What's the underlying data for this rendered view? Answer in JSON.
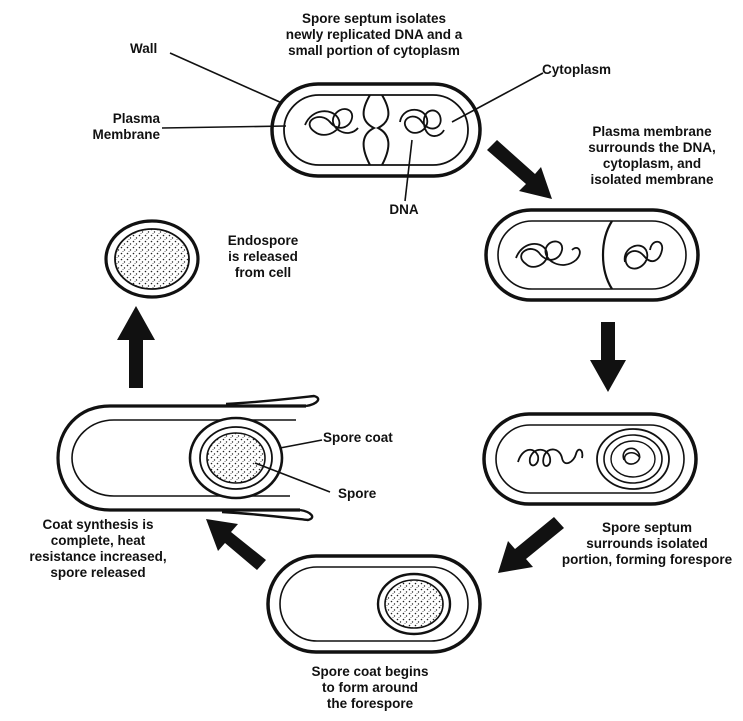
{
  "labels": {
    "top_caption": "Spore septum isolates\nnewly replicated DNA and a\nsmall portion of cytoplasm",
    "wall": "Wall",
    "plasma_membrane": "Plasma\nMembrane",
    "cytoplasm": "Cytoplasm",
    "dna": "DNA",
    "step2_caption": "Plasma membrane\nsurrounds the DNA,\ncytoplasm, and\nisolated membrane",
    "endospore_caption": "Endospore\nis released\nfrom cell",
    "spore_coat": "Spore coat",
    "spore": "Spore",
    "coat_synthesis_caption": "Coat synthesis is\ncomplete, heat\nresistance increased,\nspore released",
    "forespore_caption": "Spore septum\nsurrounds isolated\nportion, forming forespore",
    "coat_begins_caption": "Spore coat begins\nto form around\nthe forespore"
  },
  "colors": {
    "ink": "#111111",
    "background": "#ffffff"
  }
}
